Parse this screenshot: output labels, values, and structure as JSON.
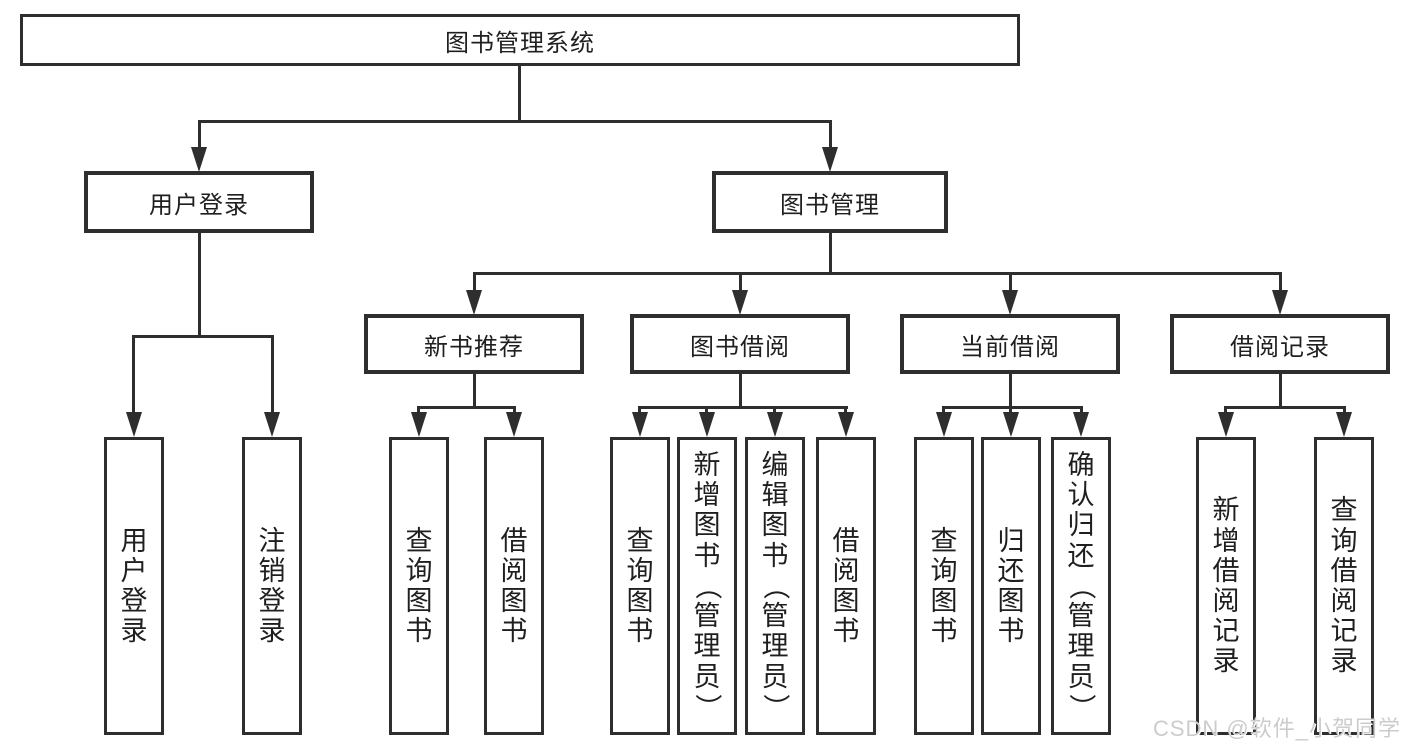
{
  "diagram": {
    "root": {
      "label": "图书管理系统"
    },
    "branches": [
      {
        "label": "用户登录",
        "children": [
          {
            "label": "用户登录"
          },
          {
            "label": "注销登录"
          }
        ]
      },
      {
        "label": "图书管理",
        "children": [
          {
            "label": "新书推荐",
            "children": [
              {
                "label": "查询图书"
              },
              {
                "label": "借阅图书"
              }
            ]
          },
          {
            "label": "图书借阅",
            "children": [
              {
                "label": "查询图书"
              },
              {
                "label": "新增图书（管理员）"
              },
              {
                "label": "编辑图书（管理员）"
              },
              {
                "label": "借阅图书"
              }
            ]
          },
          {
            "label": "当前借阅",
            "children": [
              {
                "label": "查询图书"
              },
              {
                "label": "归还图书"
              },
              {
                "label": "确认归还（管理员）"
              }
            ]
          },
          {
            "label": "借阅记录",
            "children": [
              {
                "label": "新增借阅记录"
              },
              {
                "label": "查询借阅记录"
              }
            ]
          }
        ]
      }
    ]
  },
  "watermark": {
    "text": "CSDN @软件_小贺同学"
  },
  "colors": {
    "line": "#2e2e2e",
    "text": "#1f1f1f",
    "background": "#ffffff",
    "watermark": "#cccccc"
  }
}
